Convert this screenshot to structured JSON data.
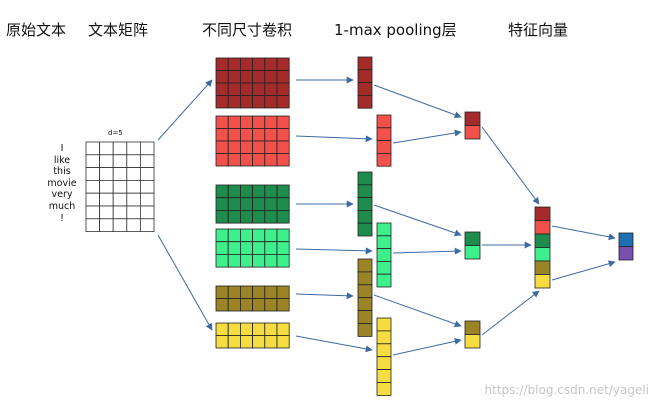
{
  "headers": {
    "original_text": "原始文本",
    "text_matrix": "文本矩阵",
    "conv_kernels": "不同尺寸卷积",
    "max_pooling": "1-max pooling层",
    "feature_vector": "特征向量"
  },
  "sentence": {
    "words": [
      "I",
      "like",
      "this",
      "movie",
      "very",
      "much",
      "!"
    ],
    "dim_label": "d=5"
  },
  "colors": {
    "dark_red": "#a52b2b",
    "light_red": "#f2514b",
    "dark_green": "#1e8c4d",
    "light_green": "#3ef08c",
    "olive": "#9b8426",
    "yellow": "#f5dc40",
    "blue": "#1f6fb5",
    "purple": "#7a4fb0",
    "arrow": "#3e6aa3"
  },
  "watermark": "https://blog.csdn.net/yageli"
}
